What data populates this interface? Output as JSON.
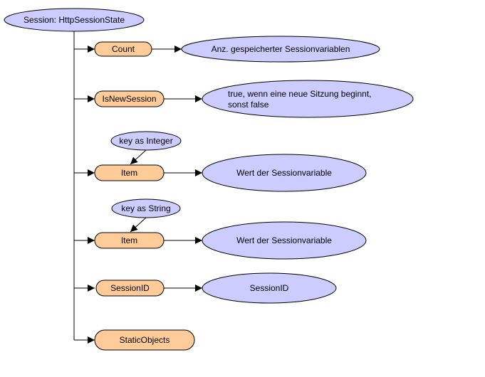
{
  "root": {
    "label": "Session: HttpSessionState"
  },
  "colors": {
    "ellipse_fill": "#ccccff",
    "pill_fill": "#ffcc99",
    "stroke": "#000000",
    "background": "#ffffff"
  },
  "properties": [
    {
      "name": "Count",
      "description": "Anz. gespeicherter Sessionvariablen"
    },
    {
      "name": "IsNewSession",
      "description_line1": "true, wenn eine neue Sitzung beginnt,",
      "description_line2": "sonst false"
    },
    {
      "name": "Item",
      "parameter": "key as Integer",
      "description": "Wert der Sessionvariable"
    },
    {
      "name": "Item",
      "parameter": "key as String",
      "description": "Wert der Sessionvariable"
    },
    {
      "name": "SessionID",
      "description": "SessionID"
    },
    {
      "name": "StaticObjects"
    }
  ]
}
